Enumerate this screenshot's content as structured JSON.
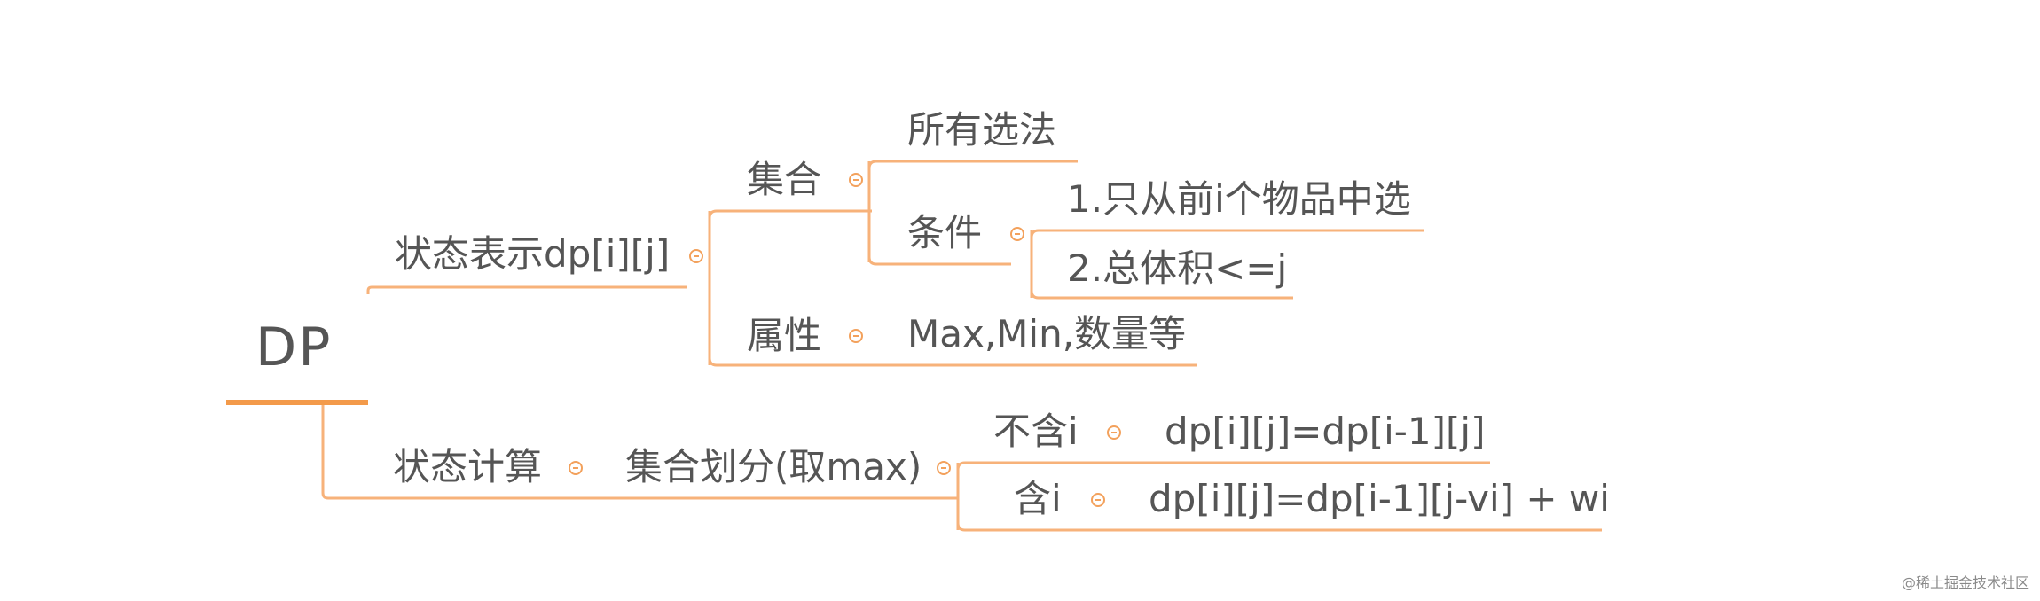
{
  "colors": {
    "line": "#f7b27a",
    "root_underline": "#f39a4a",
    "text": "#555555"
  },
  "root": {
    "label": "DP"
  },
  "nodes": {
    "state_repr": "状态表示dp[i][j]",
    "set": "集合",
    "all_choices": "所有选法",
    "condition": "条件",
    "cond1": "1.只从前i个物品中选",
    "cond2": "2.总体积<=j",
    "attribute": "属性",
    "attribute_value": "Max,Min,数量等",
    "state_calc": "状态计算",
    "set_partition": "集合划分(取max)",
    "not_include": "不含i",
    "not_include_formula": "dp[i][j]=dp[i-1][j]",
    "include": "含i",
    "include_formula": "dp[i][j]=dp[i-1][j-vi] + wi"
  },
  "watermark": "@稀土掘金技术社区"
}
